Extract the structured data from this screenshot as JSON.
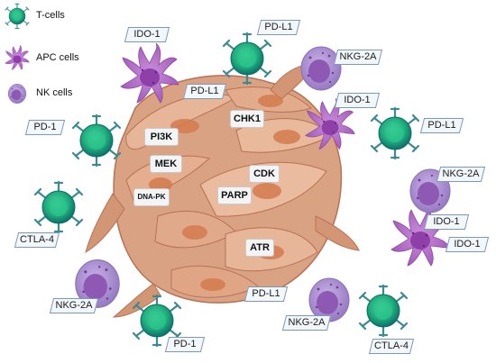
{
  "legend": {
    "t_cells": "T-cells",
    "apc_cells": "APC cells",
    "nk_cells": "NK cells"
  },
  "receptor_labels": {
    "ido1_top": "IDO-1",
    "pdl1_top": "PD-L1",
    "nkg2a_top": "NKG-2A",
    "pdl1_tumor_top": "PD-L1",
    "ido1_right": "IDO-1",
    "pd1_left": "PD-1",
    "pdl1_right": "PD-L1",
    "nkg2a_right": "NKG-2A",
    "ctla4_left": "CTLA-4",
    "ido1_right_a": "IDO-1",
    "ido1_right_b": "IDO-1",
    "pdl1_bottom": "PD-L1",
    "nkg2a_left": "NKG-2A",
    "nkg2a_bottom": "NKG-2A",
    "pd1_bottom": "PD-1",
    "ctla4_bottom": "CTLA-4"
  },
  "tumor_targets": {
    "chk1": "CHK1",
    "pi3k": "PI3K",
    "mek": "MEK",
    "cdk": "CDK",
    "dnapk": "DNA-PK",
    "parp": "PARP",
    "atr": "ATR"
  },
  "colors": {
    "tcell": "#1fae7c",
    "tcell_dark": "#0f6e6a",
    "receptor": "#3c8a94",
    "apc": "#b56fc9",
    "nk_outer": "#a88ccd",
    "nk_inner": "#8e59b3",
    "tumor": "#d39675",
    "tumor_dark": "#b87155",
    "nucleus": "#d47a4d"
  }
}
